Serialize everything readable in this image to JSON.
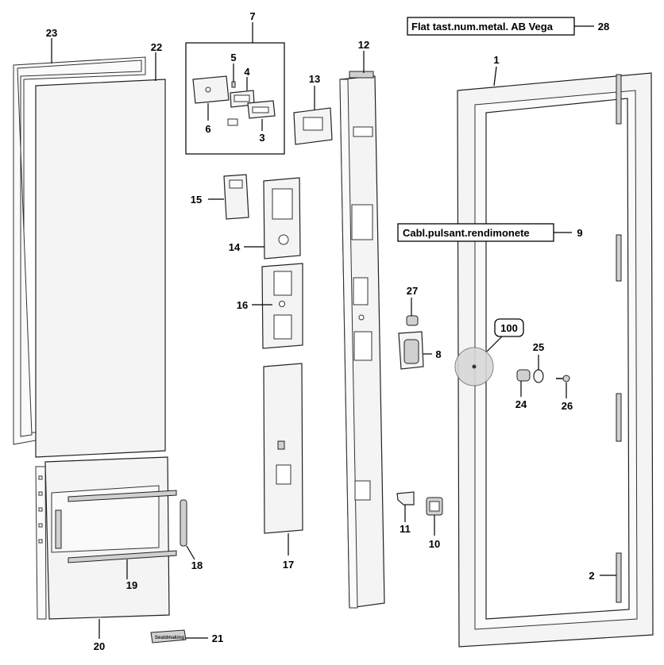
{
  "labels": {
    "flat_keypad": "Flat tast.num.metal. AB Vega",
    "button_cable": "Cabl.pulsant.rendimonete",
    "callout": "100",
    "decal_text": "Sealdmaking"
  },
  "part_numbers": {
    "p1": "1",
    "p2": "2",
    "p3": "3",
    "p4": "4",
    "p5": "5",
    "p6": "6",
    "p7": "7",
    "p8": "8",
    "p9": "9",
    "p10": "10",
    "p11": "11",
    "p12": "12",
    "p13": "13",
    "p14": "14",
    "p15": "15",
    "p16": "16",
    "p17": "17",
    "p18": "18",
    "p19": "19",
    "p20": "20",
    "p21": "21",
    "p22": "22",
    "p23": "23",
    "p24": "24",
    "p25": "25",
    "p26": "26",
    "p27": "27",
    "p28": "28"
  },
  "colors": {
    "line": "#222222",
    "fill": "#f4f4f4",
    "callout_fill": "#d8d8d8"
  }
}
